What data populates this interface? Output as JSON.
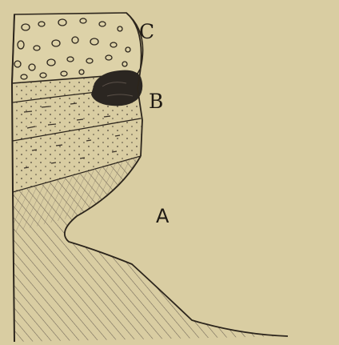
{
  "labels": {
    "c": "C",
    "b": "B",
    "a": "A"
  },
  "colors": {
    "paper": "#d9cda2",
    "ink": "#1f1a14",
    "stone": "#2b2621",
    "hatch": "#6c6254"
  }
}
